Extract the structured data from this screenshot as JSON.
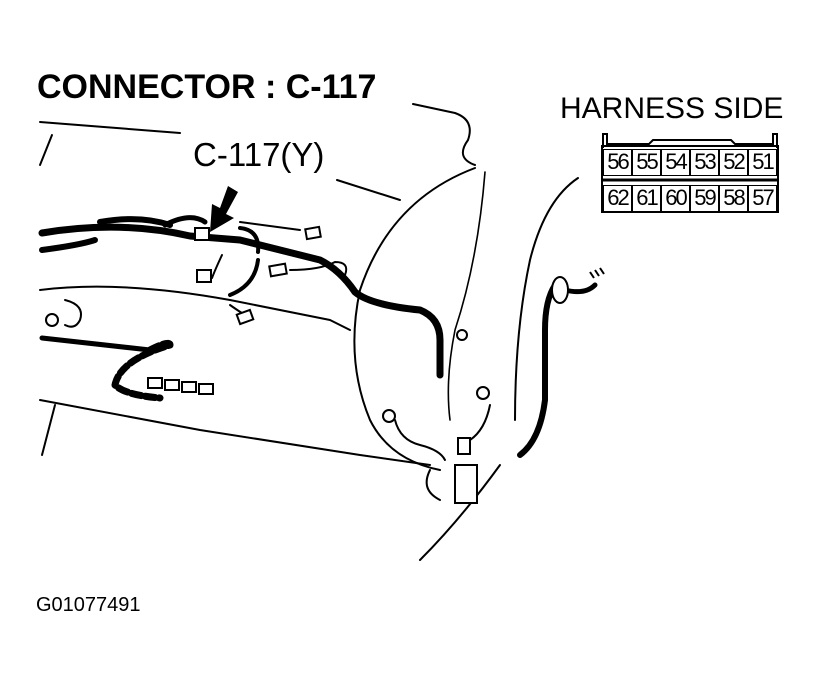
{
  "title": "CONNECTOR : C-117",
  "callout_label": "C-117(Y)",
  "harness": {
    "title": "HARNESS SIDE",
    "pins_top_row": [
      "56",
      "55",
      "54",
      "53",
      "52",
      "51"
    ],
    "pins_bottom_row": [
      "62",
      "61",
      "60",
      "59",
      "58",
      "57"
    ]
  },
  "figure_id": "G01077491",
  "colors": {
    "ink": "#000000",
    "background": "#ffffff"
  }
}
